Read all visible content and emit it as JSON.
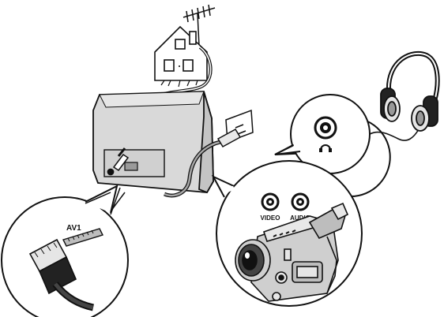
{
  "labels": {
    "av1": "AV1",
    "video": "VIDEO",
    "audio": "AUDIO"
  },
  "icons": [
    "antenna-icon",
    "house-icon",
    "tv-icon",
    "power-plug-icon",
    "headphones-icon",
    "headphone-jack-icon",
    "scart-connector-icon",
    "camcorder-icon",
    "rca-jack-icon"
  ],
  "colors": {
    "line": "#111111",
    "tv_body": "#d9d9d9",
    "tv_shade": "#c4c4c4",
    "cable_gray": "#a8a8a8"
  }
}
